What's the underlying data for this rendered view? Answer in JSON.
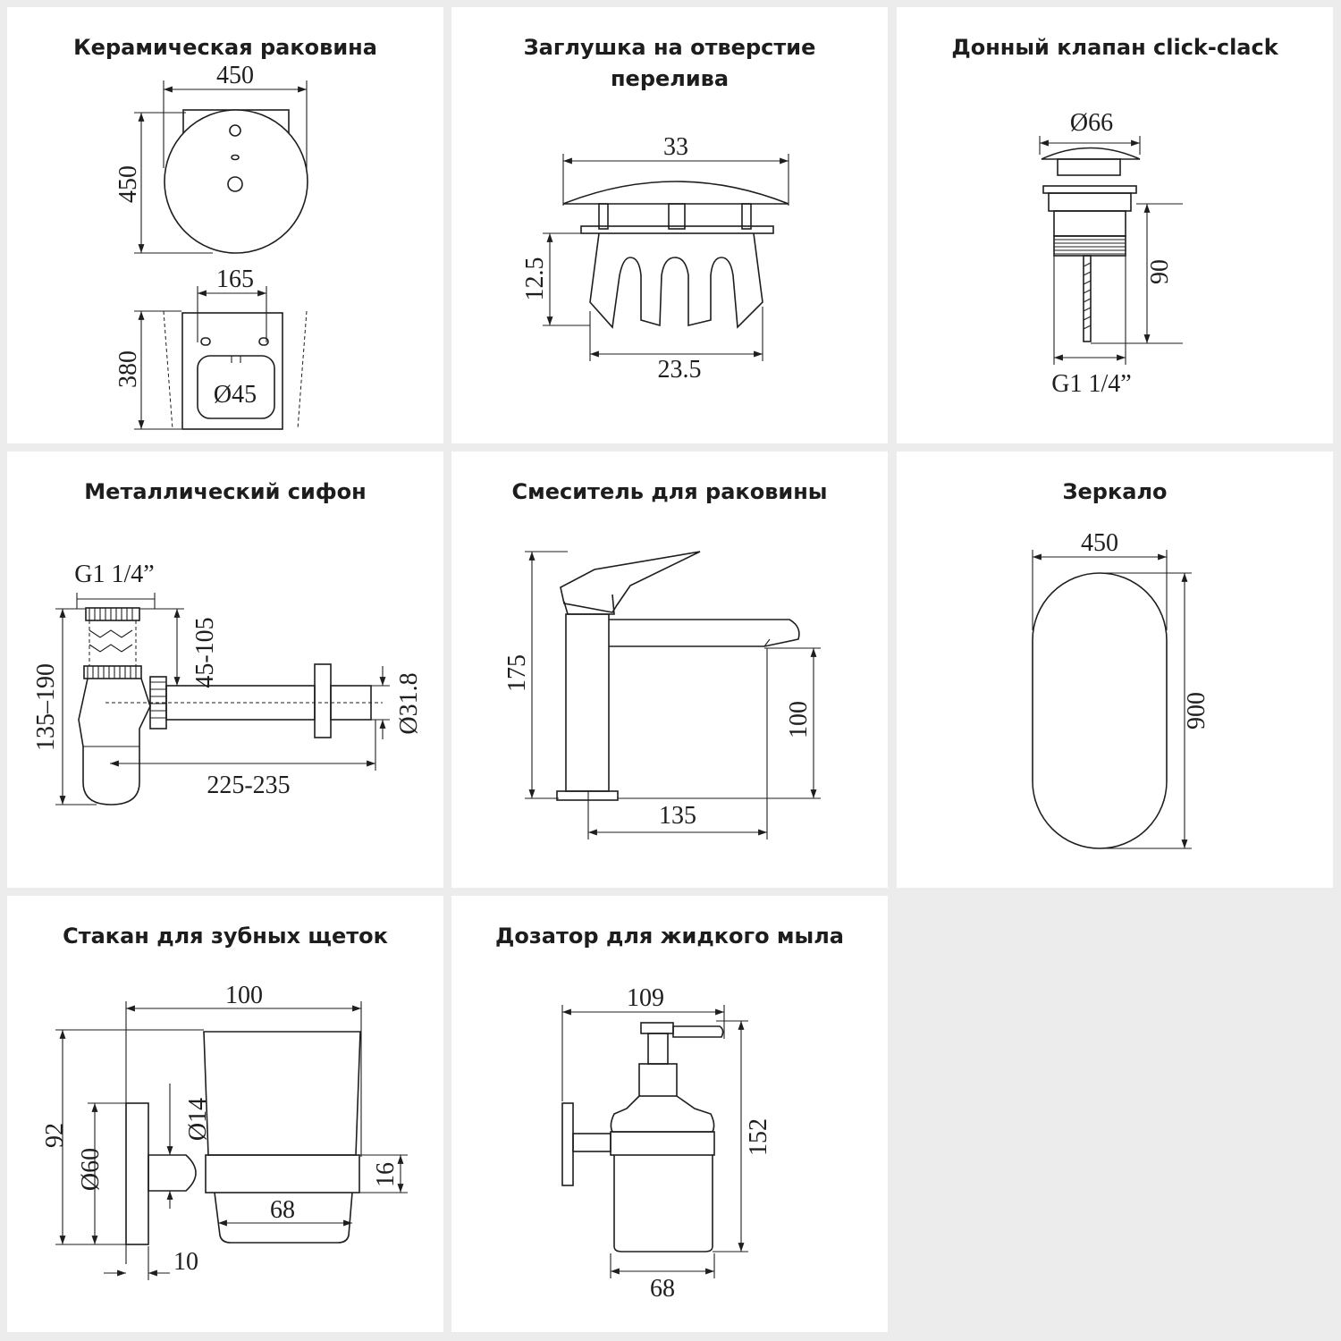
{
  "panels": {
    "basin": {
      "title": "Керамическая раковина",
      "width": "450",
      "height": "450",
      "hole_spacing": "165",
      "depth": "380",
      "drain_diameter": "Ø45"
    },
    "overflow_cap": {
      "title": "Заглушка на отверстие перелива",
      "width": "33",
      "height": "12.5",
      "inner_width": "23.5"
    },
    "click_clack": {
      "title": "Донный клапан click-clack",
      "diameter": "Ø66",
      "height": "90",
      "thread": "G1 1/4”"
    },
    "siphon": {
      "title": "Металлический сифон",
      "thread": "G1 1/4”",
      "height_range": "135–190",
      "adjust_range": "45-105",
      "length_range": "225-235",
      "pipe_diameter": "Ø31.8"
    },
    "mixer": {
      "title": "Смеситель для раковины",
      "height": "175",
      "spout_height": "100",
      "spout_reach": "135"
    },
    "mirror": {
      "title": "Зеркало",
      "width": "450",
      "height": "900"
    },
    "tumbler": {
      "title": "Стакан для зубных щеток",
      "width": "100",
      "height": "92",
      "flange_diameter": "Ø60",
      "rod_diameter": "Ø14",
      "ring_height": "16",
      "cup_width": "68",
      "flange_depth": "10"
    },
    "dispenser": {
      "title": "Дозатор для жидкого мыла",
      "width": "109",
      "height": "152",
      "bottle_width": "68"
    }
  }
}
